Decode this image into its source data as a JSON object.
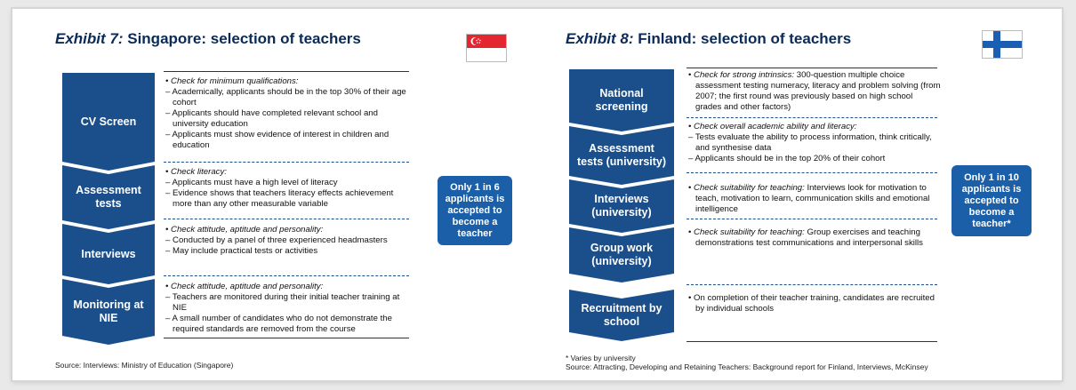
{
  "exhibit7": {
    "title_prefix": "Exhibit 7:",
    "title_rest": " Singapore: selection of teachers",
    "flag": "singapore-flag",
    "steps": [
      {
        "label": "CV Screen",
        "heading": "Check for minimum qualifications:",
        "bullets": [
          "Academically, applicants should be in the top 30% of their age cohort",
          "Applicants should have completed relevant school and university education",
          "Applicants must show evidence of interest in children and education"
        ]
      },
      {
        "label": "Assessment tests",
        "heading": "Check literacy:",
        "bullets": [
          "Applicants must have a high level of literacy",
          "Evidence shows that teachers literacy effects achievement more than any other measurable variable"
        ]
      },
      {
        "label": "Interviews",
        "heading": "Check attitude, aptitude and personality:",
        "bullets": [
          "Conducted by a panel of three experienced headmasters",
          "May include practical tests or activities"
        ]
      },
      {
        "label": "Monitoring at NIE",
        "heading": "Check attitude, aptitude and personality:",
        "bullets": [
          "Teachers are monitored during their initial teacher training at NIE",
          "A small number of candidates who do not demonstrate the required standards are removed from the course"
        ]
      }
    ],
    "callout": "Only 1 in 6 applicants is accepted to become a teacher",
    "source": "Source: Interviews: Ministry of Education (Singapore)"
  },
  "exhibit8": {
    "title_prefix": "Exhibit 8:",
    "title_rest": " Finland: selection of teachers",
    "flag": "finland-flag",
    "steps": [
      {
        "label": "National screening",
        "heading": "Check for strong intrinsics:",
        "text": " 300-question multiple choice assessment testing numeracy, literacy and problem solving (from 2007; the first round was previously based on high school grades and other factors)"
      },
      {
        "label": "Assessment tests (university)",
        "heading": "Check overall academic ability and literacy:",
        "bullets": [
          "Tests evaluate the ability to process information, think critically, and synthesise data",
          "Applicants should be in the top 20% of their cohort"
        ]
      },
      {
        "label": "Interviews (university)",
        "heading": "Check suitability for teaching:",
        "text": " Interviews look for motivation to teach, motivation to learn, communication skills and emotional intelligence"
      },
      {
        "label": "Group work (university)",
        "heading": "Check suitability for teaching:",
        "text": " Group exercises and teaching demonstrations test communications and interpersonal skills"
      },
      {
        "label": "Recruitment by school",
        "heading": "",
        "text": "On completion of their teacher training, candidates are recruited by individual schools"
      }
    ],
    "callout": "Only 1 in 10 applicants is accepted to become a teacher*",
    "footnote": "* Varies by university",
    "source": "Source: Attracting, Developing and Retaining Teachers: Background report for Finland, Interviews, McKinsey"
  }
}
